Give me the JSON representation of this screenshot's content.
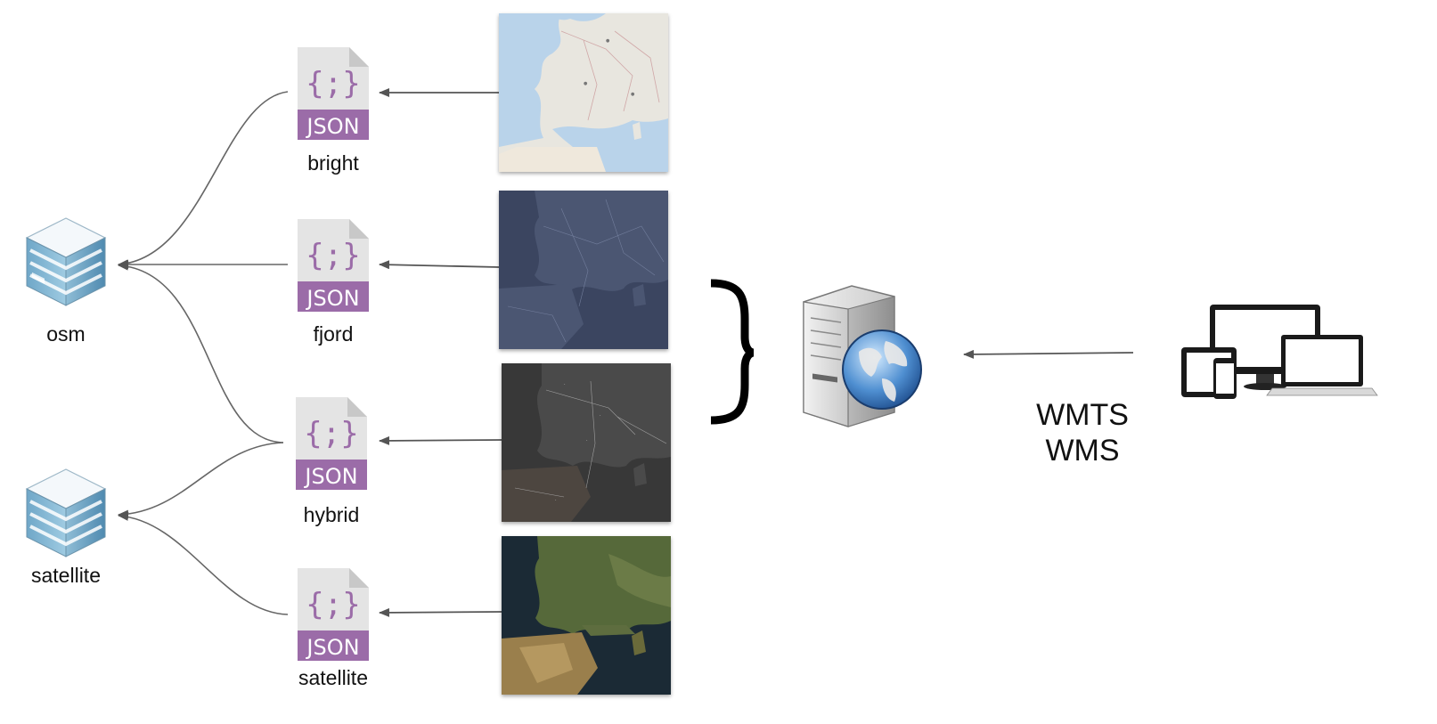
{
  "sources": [
    {
      "id": "osm",
      "label": "osm",
      "icon": "database-cube-icon"
    },
    {
      "id": "satellite",
      "label": "satellite",
      "icon": "database-cube-icon"
    }
  ],
  "styles": [
    {
      "id": "bright",
      "label": "bright",
      "badge": "JSON",
      "glyph": "{;}",
      "source": "osm",
      "preview": "light-street-map-preview"
    },
    {
      "id": "fjord",
      "label": "fjord",
      "badge": "JSON",
      "glyph": "{;}",
      "source": "osm",
      "preview": "dark-blue-map-preview"
    },
    {
      "id": "hybrid",
      "label": "hybrid",
      "badge": "JSON",
      "glyph": "{;}",
      "source": "both",
      "preview": "dark-hybrid-map-preview"
    },
    {
      "id": "satellite",
      "label": "satellite",
      "badge": "JSON",
      "glyph": "{;}",
      "source": "satellite",
      "preview": "satellite-imagery-preview"
    }
  ],
  "server": {
    "icon": "web-server-icon"
  },
  "protocols": [
    "WMTS",
    "WMS"
  ],
  "clients": {
    "icon": "devices-icon"
  },
  "colors": {
    "json_badge": "#9b6ca8",
    "file_body": "#e4e4e4",
    "arrow": "#555555",
    "bright_bg": "#e8e6df",
    "bright_water": "#b9d3ea",
    "fjord_bg": "#45506b",
    "hybrid_bg": "#4a4a4a",
    "satellite_land": "#56693a",
    "satellite_sea": "#1b2a35"
  }
}
